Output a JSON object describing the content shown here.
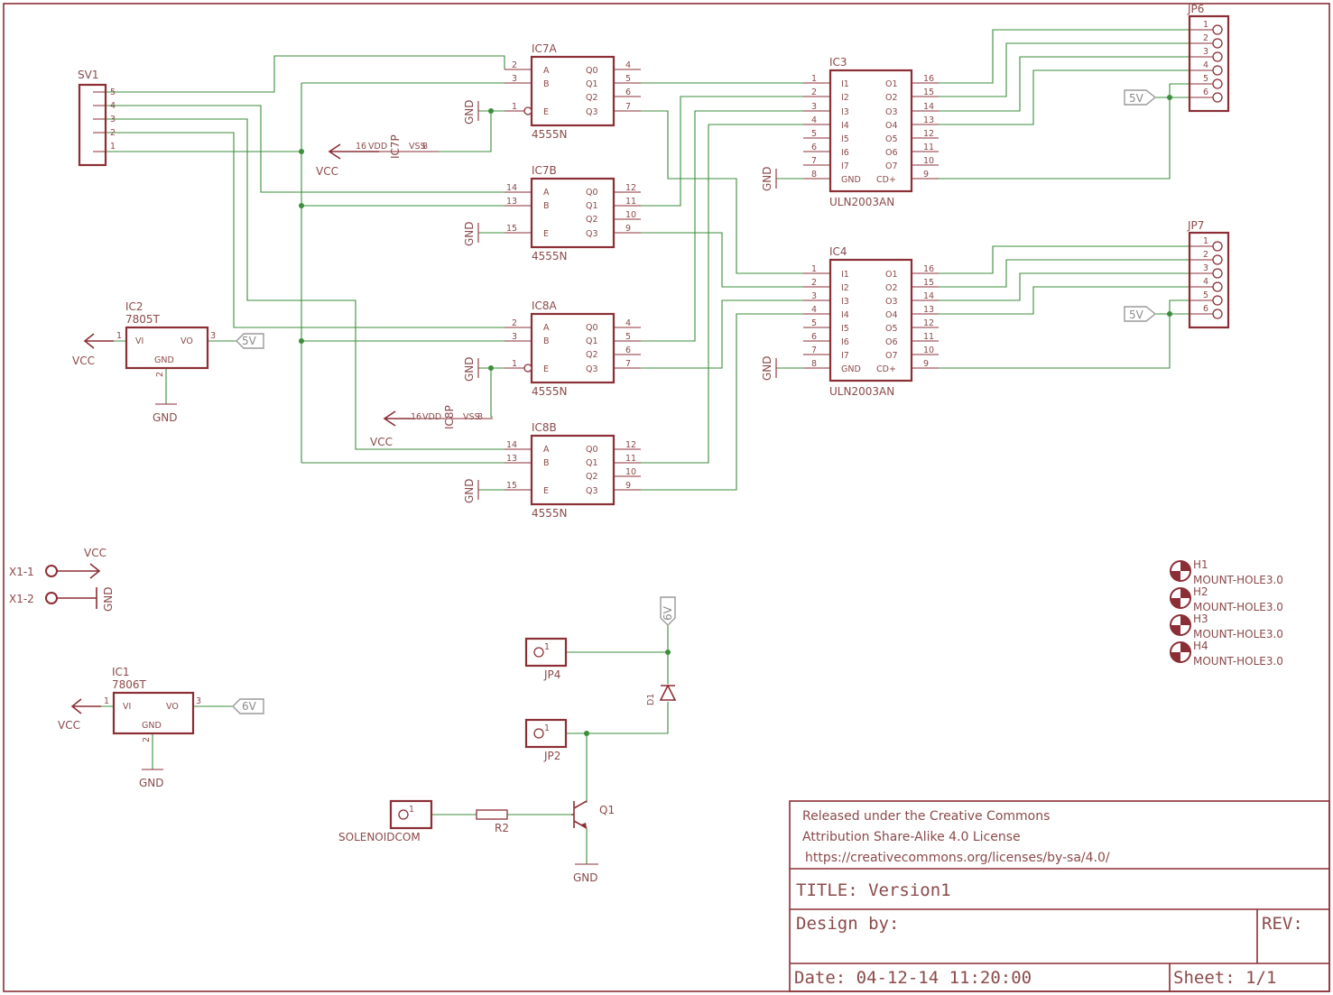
{
  "colors": {
    "frame": "#8b2e35",
    "wire": "#3b8e3b",
    "text": "#8b4a4a",
    "flag": "#9a9a9a"
  },
  "title_block": {
    "license_line1": "Released under the Creative Commons",
    "license_line2": "Attribution Share-Alike 4.0 License",
    "license_url": "https://creativecommons.org/licenses/by-sa/4.0/",
    "title": "TITLE: Version1",
    "design_by": "Design by:",
    "rev": "REV:",
    "date": "Date: 04-12-14 11:20:00",
    "sheet": "Sheet: 1/1"
  },
  "connectors": {
    "sv1": {
      "name": "SV1",
      "pins": [
        "5",
        "4",
        "3",
        "2",
        "1"
      ]
    },
    "jp6": {
      "name": "JP6",
      "pins": [
        "1",
        "2",
        "3",
        "4",
        "5",
        "6"
      ]
    },
    "jp7": {
      "name": "JP7",
      "pins": [
        "1",
        "2",
        "3",
        "4",
        "5",
        "6"
      ]
    },
    "jp4": {
      "name": "JP4",
      "pin": "1"
    },
    "jp2": {
      "name": "JP2",
      "pin": "1"
    },
    "solenoid": {
      "name": "SOLENOIDCOM",
      "pin": "1"
    },
    "x1_1": "X1-1",
    "x1_2": "X1-2"
  },
  "decoders": {
    "ic7a": {
      "name": "IC7A",
      "value": "4555N",
      "in_pins": [
        "2",
        "3",
        "1"
      ],
      "out_pins": [
        "4",
        "5",
        "6",
        "7"
      ]
    },
    "ic7b": {
      "name": "IC7B",
      "value": "4555N",
      "in_pins": [
        "14",
        "13",
        "15"
      ],
      "out_pins": [
        "12",
        "11",
        "10",
        "9"
      ]
    },
    "ic8a": {
      "name": "IC8A",
      "value": "4555N",
      "in_pins": [
        "2",
        "3",
        "1"
      ],
      "out_pins": [
        "4",
        "5",
        "6",
        "7"
      ]
    },
    "ic8b": {
      "name": "IC8B",
      "value": "4555N",
      "in_pins": [
        "14",
        "13",
        "15"
      ],
      "out_pins": [
        "12",
        "11",
        "10",
        "9"
      ]
    },
    "in_labels": [
      "A",
      "B",
      "E"
    ],
    "out_labels": [
      "Q0",
      "Q1",
      "Q2",
      "Q3"
    ]
  },
  "power_units": {
    "ic7p": {
      "name": "IC7P",
      "vdd": "VDD",
      "vss": "VSS",
      "vdd_pin": "16",
      "vss_pin": "8"
    },
    "ic8p": {
      "name": "IC8P",
      "vdd": "VDD",
      "vss": "VSS",
      "vdd_pin": "16",
      "vss_pin": "8"
    }
  },
  "drivers": {
    "ic3": {
      "name": "IC3",
      "value": "ULN2003AN"
    },
    "ic4": {
      "name": "IC4",
      "value": "ULN2003AN"
    },
    "left_labels": [
      "I1",
      "I2",
      "I3",
      "I4",
      "I5",
      "I6",
      "I7",
      "GND"
    ],
    "left_pins": [
      "1",
      "2",
      "3",
      "4",
      "5",
      "6",
      "7",
      "8"
    ],
    "right_labels": [
      "O1",
      "O2",
      "O3",
      "O4",
      "O5",
      "O6",
      "O7",
      "CD+"
    ],
    "right_pins": [
      "16",
      "15",
      "14",
      "13",
      "12",
      "11",
      "10",
      "9"
    ]
  },
  "regulators": {
    "ic2": {
      "name": "IC2",
      "value": "7805T",
      "vi": "VI",
      "vo": "VO",
      "gnd": "GND",
      "pin_in": "1",
      "pin_out": "3",
      "pin_gnd": "2"
    },
    "ic1": {
      "name": "IC1",
      "value": "7806T",
      "vi": "VI",
      "vo": "VO",
      "gnd": "GND",
      "pin_in": "1",
      "pin_out": "3",
      "pin_gnd": "2"
    }
  },
  "net_labels": {
    "vcc": "VCC",
    "gnd": "GND",
    "v5": "5V",
    "v6": "6V"
  },
  "parts": {
    "r2": "R2",
    "d1": "D1",
    "q1": "Q1"
  },
  "mount_holes": [
    {
      "name": "H1",
      "value": "MOUNT-HOLE3.0"
    },
    {
      "name": "H2",
      "value": "MOUNT-HOLE3.0"
    },
    {
      "name": "H3",
      "value": "MOUNT-HOLE3.0"
    },
    {
      "name": "H4",
      "value": "MOUNT-HOLE3.0"
    }
  ]
}
